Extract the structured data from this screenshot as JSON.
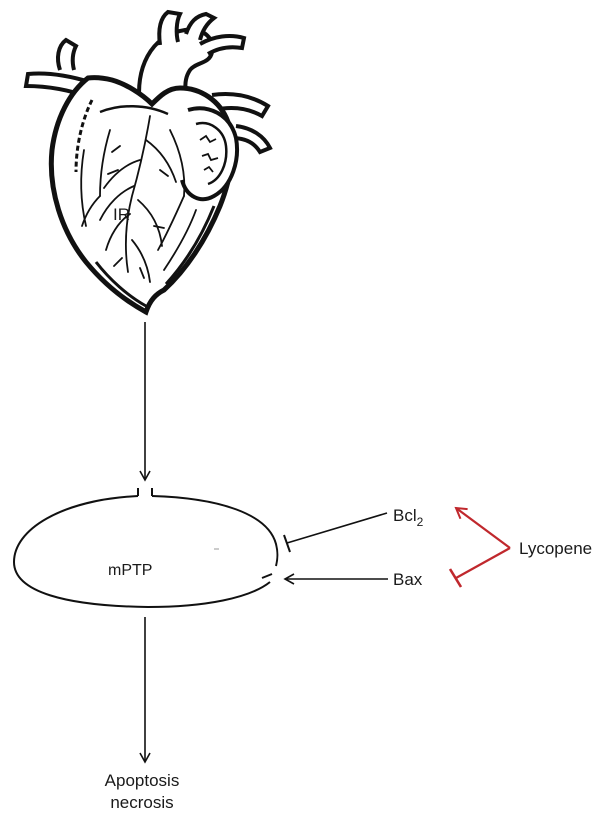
{
  "heart": {
    "label": "IR"
  },
  "nodes": {
    "mptp": "mPTP",
    "bcl2_base": "Bcl",
    "bcl2_sub": "2",
    "bax": "Bax",
    "lycopene": "Lycopene",
    "outcome_line1": "Apoptosis",
    "outcome_line2": "necrosis"
  },
  "colors": {
    "line": "#111111",
    "inhibit_red": "#c0282d",
    "heart_fill": "#ffffff",
    "heart_stroke": "#111111"
  },
  "edges": [
    {
      "from": "IR",
      "to": "mPTP",
      "type": "activation"
    },
    {
      "from": "Bcl2",
      "to": "mPTP",
      "type": "inhibition"
    },
    {
      "from": "Bax",
      "to": "mPTP",
      "type": "activation"
    },
    {
      "from": "Lycopene",
      "to": "Bcl2",
      "type": "activation"
    },
    {
      "from": "Lycopene",
      "to": "Bax",
      "type": "inhibition"
    },
    {
      "from": "mPTP",
      "to": "Apoptosis necrosis",
      "type": "activation"
    }
  ]
}
